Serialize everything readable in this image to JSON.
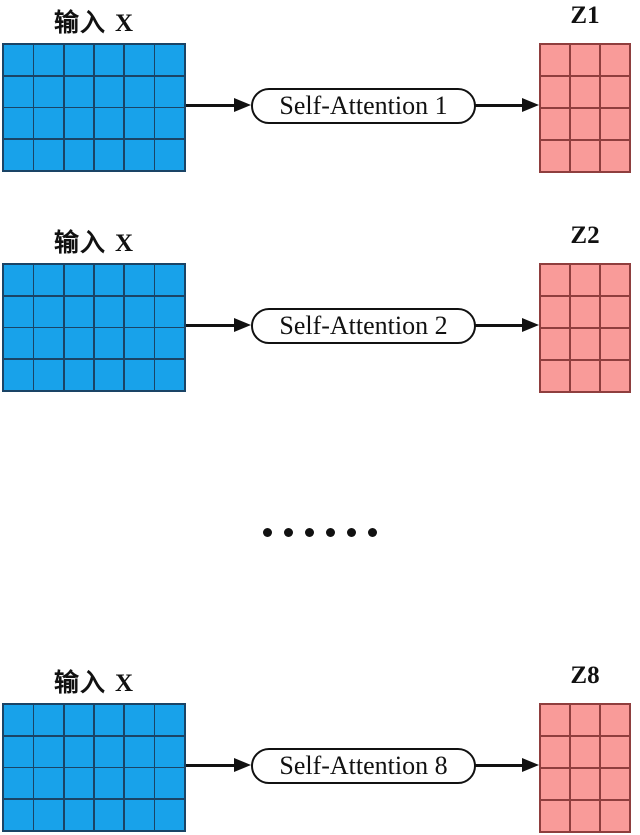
{
  "colors": {
    "input_fill": "#18A2EA",
    "input_grid": "#1A4466",
    "output_fill": "#F99B99",
    "output_grid": "#8F3E3E",
    "line": "#111111"
  },
  "matrices": {
    "input": {
      "cols": 6,
      "rows": 4
    },
    "output": {
      "cols": 3,
      "rows": 4
    }
  },
  "rows": [
    {
      "input_label_cn": "输入",
      "input_label_var": "X",
      "attention_label": "Self-Attention 1",
      "output_label": "Z1"
    },
    {
      "input_label_cn": "输入",
      "input_label_var": "X",
      "attention_label": "Self-Attention 2",
      "output_label": "Z2"
    },
    {
      "input_label_cn": "输入",
      "input_label_var": "X",
      "attention_label": "Self-Attention 8",
      "output_label": "Z8"
    }
  ],
  "ellipsis": {
    "dot_count": 6
  }
}
